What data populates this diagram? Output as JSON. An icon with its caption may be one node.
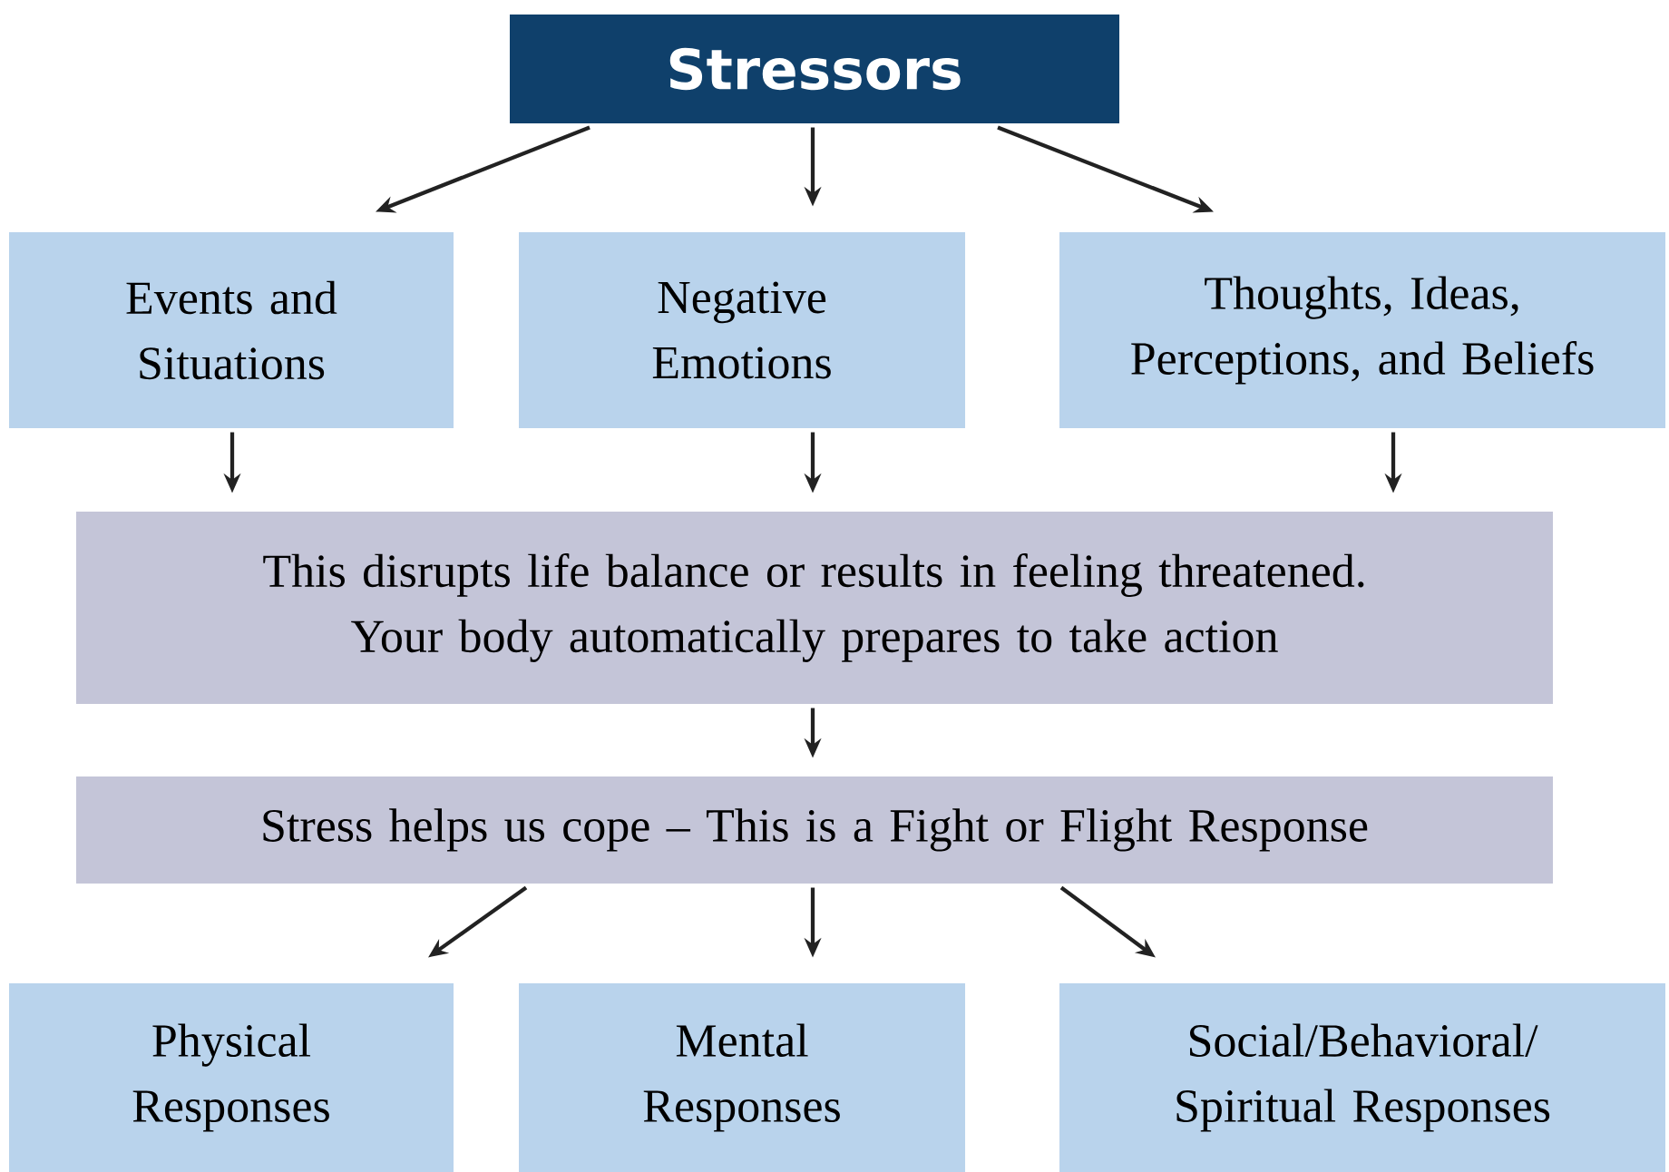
{
  "diagram": {
    "nodes": [
      {
        "text": [
          "Stressors"
        ]
      },
      {
        "text": [
          "Events and Situations"
        ]
      },
      {
        "text": [
          "Negative Emotions"
        ]
      },
      {
        "text": [
          "Thoughts, Ideas, Perceptions, and Beliefs"
        ]
      },
      {
        "text": [
          "This disrupts life balance or results in feeling threatened. Your body automatically prepares to take action"
        ]
      },
      {
        "text": [
          "Stress helps us cope – This is a Fight or Flight Response"
        ]
      },
      {
        "text": [
          "Physical Responses"
        ]
      },
      {
        "text": [
          "Mental Responses"
        ]
      },
      {
        "text": [
          "Social/Behavioral/ Spiritual Responses"
        ]
      }
    ],
    "edges": [
      {
        "from": 0,
        "to": 1,
        "arrow": "to"
      },
      {
        "from": 0,
        "to": 2,
        "arrow": "to"
      },
      {
        "from": 0,
        "to": 3,
        "arrow": "to"
      },
      {
        "from": 1,
        "to": 4,
        "arrow": "to"
      },
      {
        "from": 2,
        "to": 4,
        "arrow": "to"
      },
      {
        "from": 3,
        "to": 4,
        "arrow": "to"
      },
      {
        "from": 4,
        "to": 5,
        "arrow": "to"
      },
      {
        "from": 5,
        "to": 6,
        "arrow": "to"
      },
      {
        "from": 5,
        "to": 7,
        "arrow": "to"
      },
      {
        "from": 5,
        "to": 8,
        "arrow": "to"
      }
    ]
  }
}
